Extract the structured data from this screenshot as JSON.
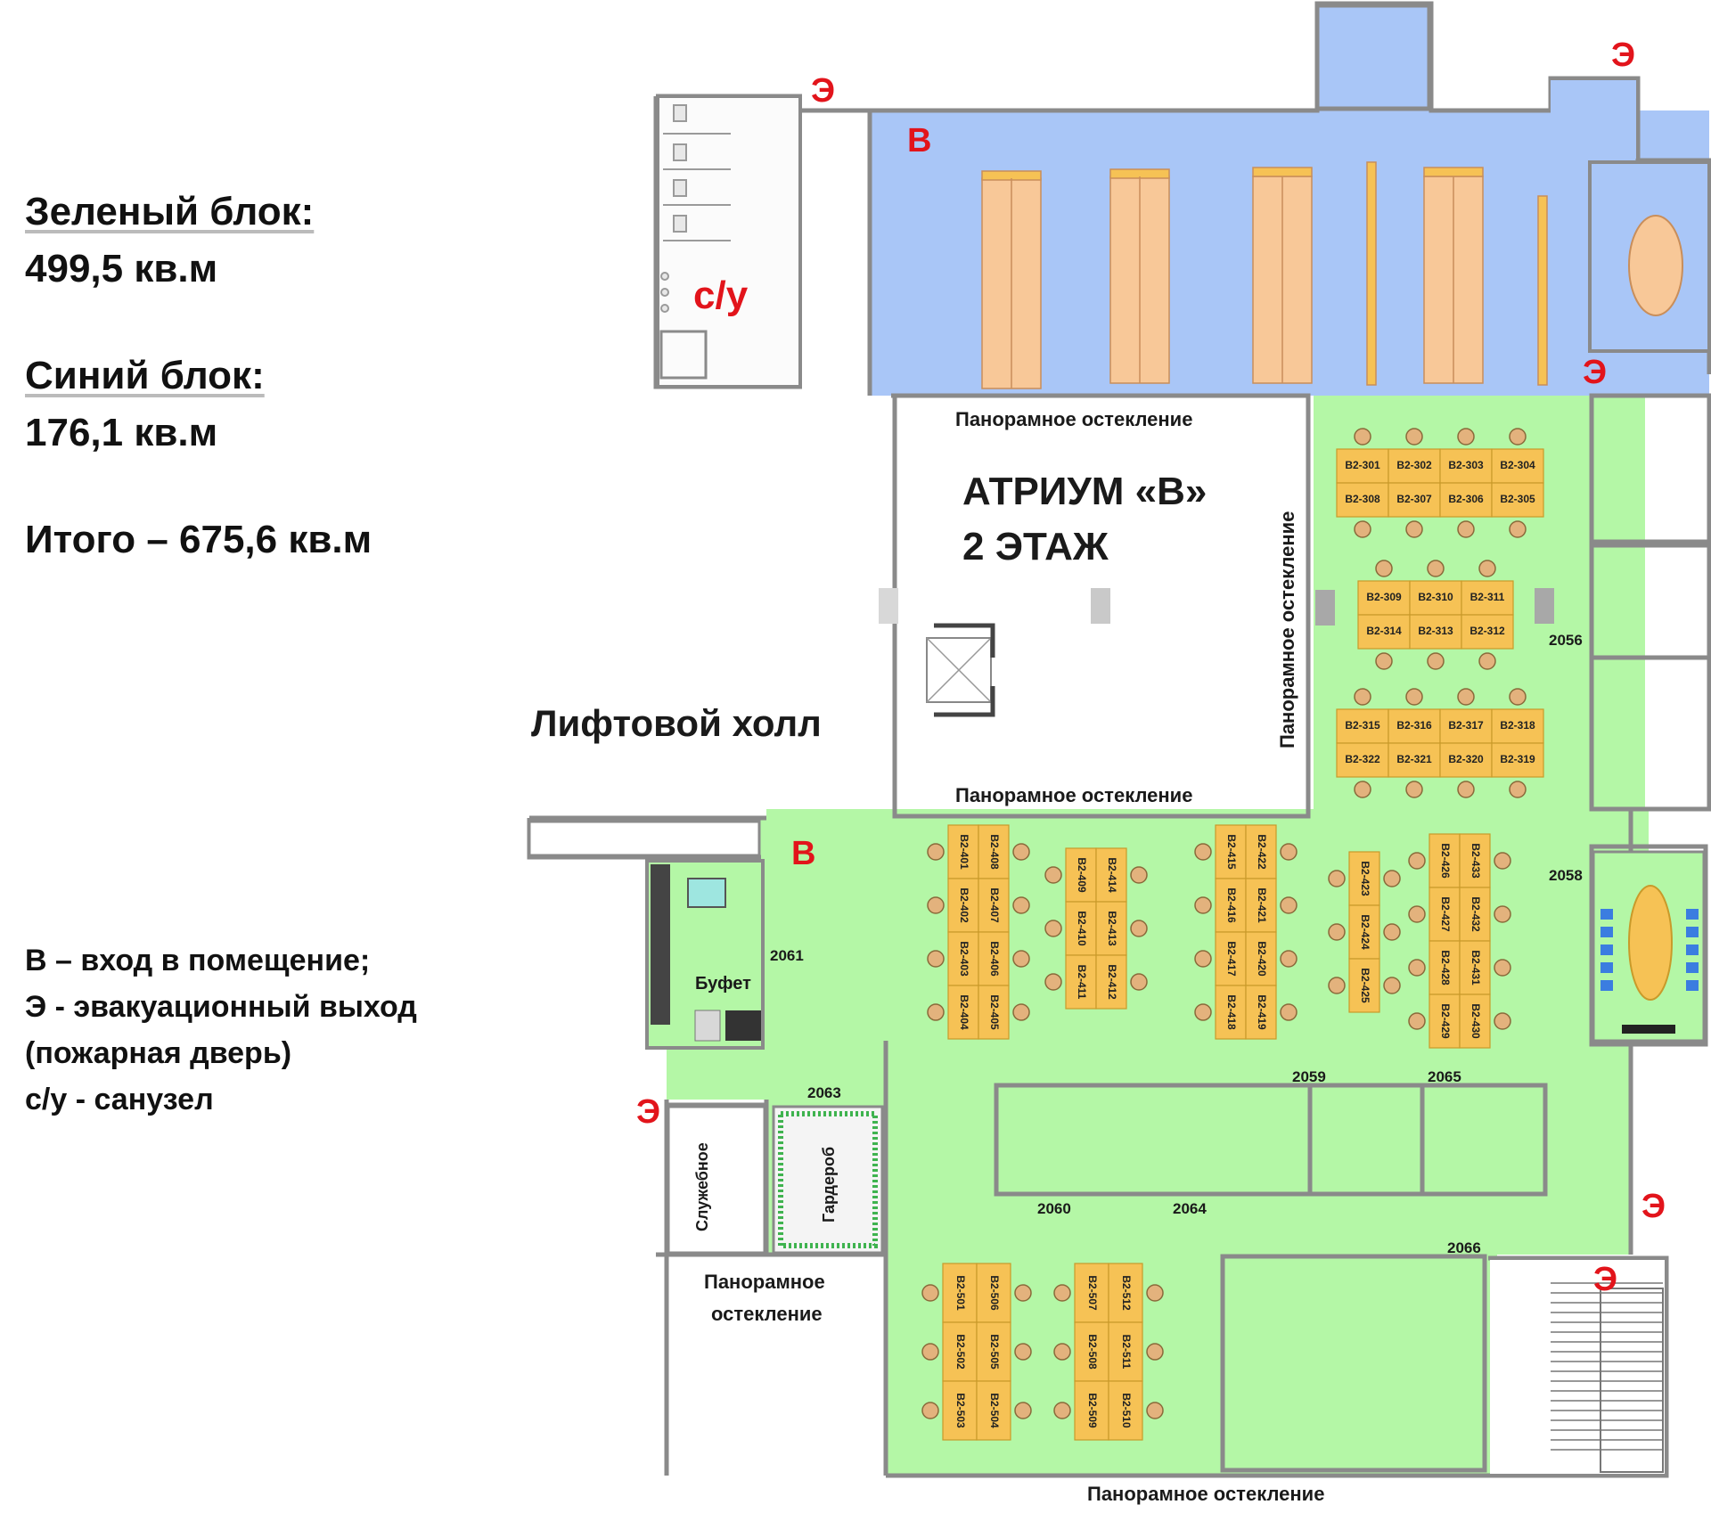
{
  "legend": {
    "green_label": "Зеленый блок:",
    "green_area": "499,5 кв.м",
    "blue_label": "Синий блок:",
    "blue_area": "176,1 кв.м",
    "total": "Итого – 675,6 кв.м",
    "notes": [
      "В – вход в помещение;",
      "Э - эвакуационный выход",
      "(пожарная дверь)",
      "с/у - санузел"
    ]
  },
  "colors": {
    "green_block": "#b4f7a6",
    "blue_block": "#a9c6f7",
    "desk": "#f8c898",
    "desk_yellow": "#f6c255",
    "wall": "#8a8a8a",
    "marker": "#e2141b"
  },
  "plan": {
    "atrium_title": "АТРИУМ «В»",
    "atrium_floor": "2 ЭТАЖ",
    "elevator_hall": "Лифтовой холл",
    "wc": "с/у",
    "buffet": "Буфет",
    "service": "Служебное",
    "wardrobe": "Гардероб",
    "glazing": "Панорамное остекление",
    "glazing_left_l1": "Панорамное",
    "glazing_left_l2": "остекление",
    "entrance": "В",
    "exit": "Э",
    "rooms": [
      "2056",
      "2058",
      "2059",
      "2060",
      "2061",
      "2063",
      "2064",
      "2065",
      "2066"
    ],
    "desks_group1": [
      "B2-301",
      "B2-302",
      "B2-303",
      "B2-304",
      "B2-308",
      "B2-307",
      "B2-306",
      "B2-305"
    ],
    "desks_group2": [
      "B2-309",
      "B2-310",
      "B2-311",
      "B2-314",
      "B2-313",
      "B2-312"
    ],
    "desks_group3": [
      "B2-315",
      "B2-316",
      "B2-317",
      "B2-318",
      "B2-322",
      "B2-321",
      "B2-320",
      "B2-319"
    ],
    "desks_group4a": [
      "B2-401",
      "B2-408",
      "B2-402",
      "B2-407",
      "B2-403",
      "B2-406",
      "B2-404",
      "B2-405"
    ],
    "desks_group4b": [
      "B2-409",
      "B2-414",
      "B2-410",
      "B2-413",
      "B2-411",
      "B2-412"
    ],
    "desks_group4c": [
      "B2-415",
      "B2-422",
      "B2-416",
      "B2-421",
      "B2-417",
      "B2-420",
      "B2-418",
      "B2-419"
    ],
    "desks_group4d": [
      "B2-423",
      "B2-424",
      "B2-425"
    ],
    "desks_group4e": [
      "B2-426",
      "B2-433",
      "B2-427",
      "B2-432",
      "B2-428",
      "B2-431",
      "B2-429",
      "B2-430"
    ],
    "desks_group5a": [
      "B2-501",
      "B2-506",
      "B2-502",
      "B2-505",
      "B2-503",
      "B2-504"
    ],
    "desks_group5b": [
      "B2-507",
      "B2-512",
      "B2-508",
      "B2-511",
      "B2-509",
      "B2-510"
    ]
  }
}
